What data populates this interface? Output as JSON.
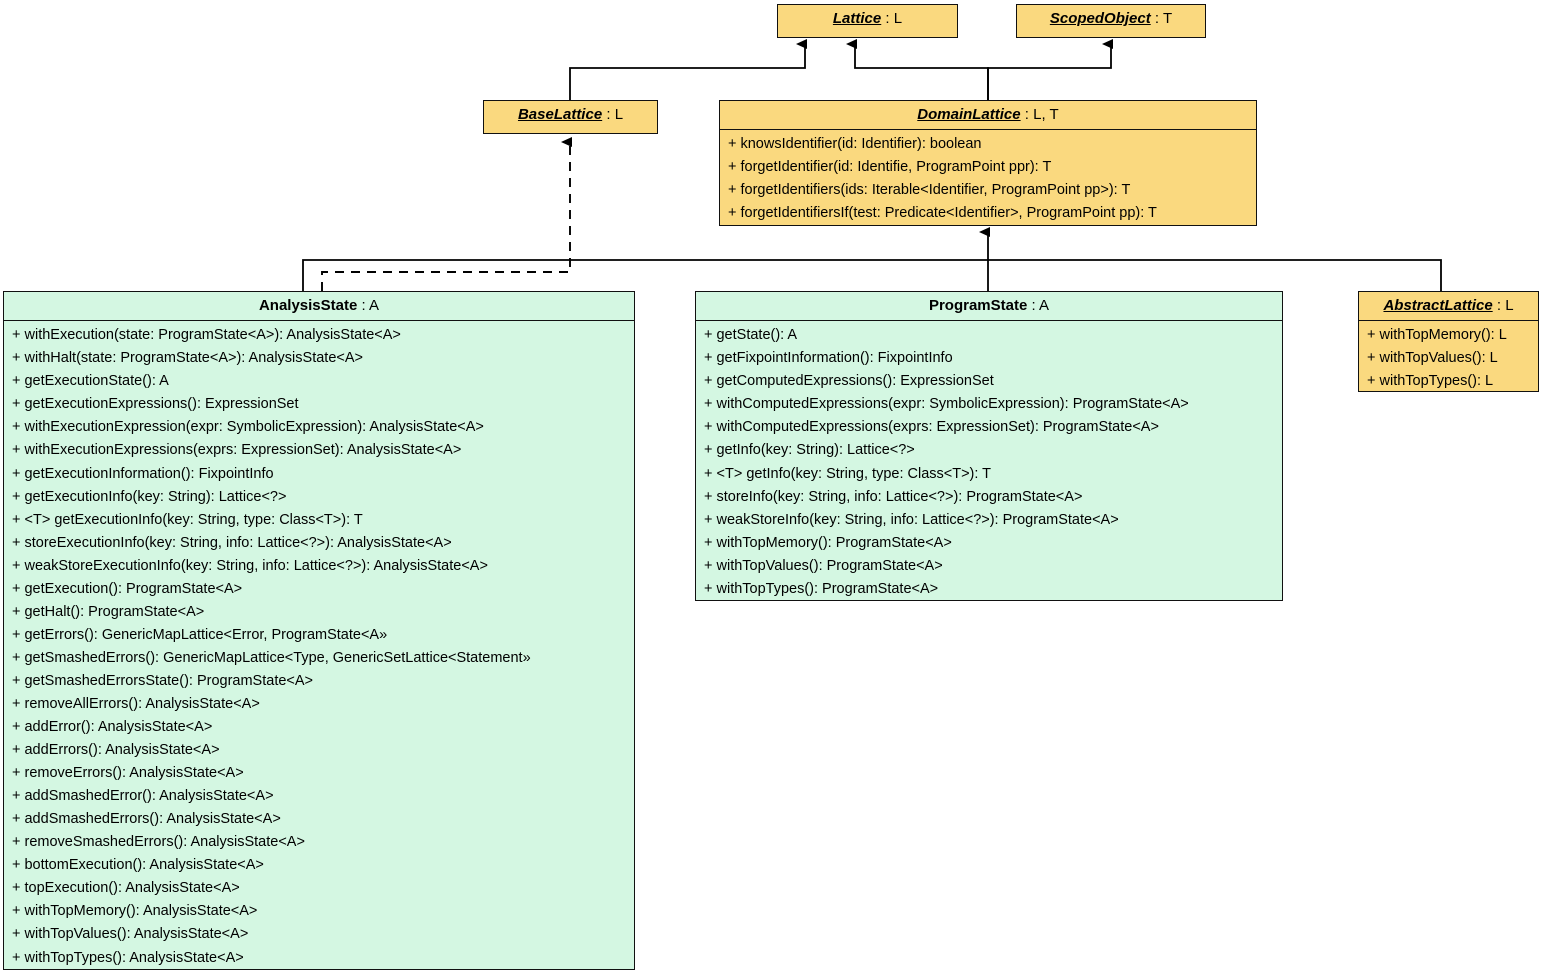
{
  "diagram": {
    "type": "uml-class-diagram",
    "colors": {
      "abstract_fill": "#fad97f",
      "concrete_fill": "#d4f7e2",
      "stroke": "#111111",
      "background": "#ffffff"
    },
    "classes": [
      {
        "id": "lattice",
        "name": "Lattice",
        "separator": " : ",
        "generics": "L",
        "abstract": true,
        "fill": "abstract",
        "methods": []
      },
      {
        "id": "scopedobject",
        "name": "ScopedObject",
        "separator": " : ",
        "generics": "T",
        "abstract": true,
        "fill": "abstract",
        "methods": []
      },
      {
        "id": "baselattice",
        "name": "BaseLattice",
        "separator": " : ",
        "generics": "L",
        "abstract": true,
        "fill": "abstract",
        "methods": []
      },
      {
        "id": "domainlattice",
        "name": "DomainLattice",
        "separator": " : ",
        "generics": "L, T",
        "abstract": true,
        "fill": "abstract",
        "methods": [
          "+ knowsIdentifier(id: Identifier): boolean",
          "+ forgetIdentifier(id: Identifie, ProgramPoint ppr): T",
          "+ forgetIdentifiers(ids: Iterable<Identifier, ProgramPoint pp>): T",
          "+ forgetIdentifiersIf(test: Predicate<Identifier>, ProgramPoint pp): T"
        ]
      },
      {
        "id": "analysisstate",
        "name": "AnalysisState",
        "separator": " : ",
        "generics": "A",
        "abstract": false,
        "fill": "concrete",
        "methods": [
          "+ withExecution(state: ProgramState<A>): AnalysisState<A>",
          "+ withHalt(state: ProgramState<A>): AnalysisState<A>",
          "+ getExecutionState(): A",
          "+ getExecutionExpressions(): ExpressionSet",
          "+ withExecutionExpression(expr: SymbolicExpression): AnalysisState<A>",
          "+ withExecutionExpressions(exprs: ExpressionSet): AnalysisState<A>",
          "+ getExecutionInformation(): FixpointInfo",
          "+ getExecutionInfo(key: String): Lattice<?>",
          "+ <T> getExecutionInfo(key: String, type: Class<T>): T",
          "+ storeExecutionInfo(key: String, info: Lattice<?>): AnalysisState<A>",
          "+ weakStoreExecutionInfo(key: String, info: Lattice<?>): AnalysisState<A>",
          "+ getExecution(): ProgramState<A>",
          "+ getHalt(): ProgramState<A>",
          "+ getErrors(): GenericMapLattice<Error, ProgramState<A»",
          "+ getSmashedErrors(): GenericMapLattice<Type, GenericSetLattice<Statement»",
          "+ getSmashedErrorsState(): ProgramState<A>",
          "+ removeAllErrors(): AnalysisState<A>",
          "+ addError(): AnalysisState<A>",
          "+ addErrors(): AnalysisState<A>",
          "+ removeErrors(): AnalysisState<A>",
          "+ addSmashedError(): AnalysisState<A>",
          "+ addSmashedErrors(): AnalysisState<A>",
          "+ removeSmashedErrors(): AnalysisState<A>",
          "+ bottomExecution(): AnalysisState<A>",
          "+ topExecution(): AnalysisState<A>",
          "+ withTopMemory(): AnalysisState<A>",
          "+ withTopValues(): AnalysisState<A>",
          "+ withTopTypes(): AnalysisState<A>"
        ]
      },
      {
        "id": "programstate",
        "name": "ProgramState",
        "separator": " : ",
        "generics": "A",
        "abstract": false,
        "fill": "concrete",
        "methods": [
          "+ getState(): A",
          "+ getFixpointInformation(): FixpointInfo",
          "+ getComputedExpressions(): ExpressionSet",
          "+ withComputedExpressions(expr: SymbolicExpression): ProgramState<A>",
          "+ withComputedExpressions(exprs: ExpressionSet): ProgramState<A>",
          "+ getInfo(key: String): Lattice<?>",
          "+ <T> getInfo(key: String, type: Class<T>): T",
          "+ storeInfo(key: String, info: Lattice<?>): ProgramState<A>",
          "+ weakStoreInfo(key: String, info: Lattice<?>): ProgramState<A>",
          "+ withTopMemory(): ProgramState<A>",
          "+ withTopValues(): ProgramState<A>",
          "+ withTopTypes(): ProgramState<A>"
        ]
      },
      {
        "id": "abstractlattice",
        "name": "AbstractLattice",
        "separator": " : ",
        "generics": "L",
        "abstract": true,
        "fill": "abstract",
        "methods": [
          "+ withTopMemory(): L",
          "+ withTopValues(): L",
          "+ withTopTypes(): L"
        ]
      }
    ],
    "relations": [
      {
        "id": "r1",
        "from": "baselattice",
        "to": "lattice",
        "style": "solid",
        "arrow": "generalization"
      },
      {
        "id": "r2",
        "from": "domainlattice",
        "to": "lattice",
        "style": "solid",
        "arrow": "generalization"
      },
      {
        "id": "r3",
        "from": "domainlattice",
        "to": "scopedobject",
        "style": "solid",
        "arrow": "generalization"
      },
      {
        "id": "r4",
        "from": "programstate",
        "to": "domainlattice",
        "style": "solid",
        "arrow": "generalization"
      },
      {
        "id": "r5",
        "from": "analysisstate",
        "to": "baselattice",
        "style": "dashed",
        "arrow": "realization"
      },
      {
        "id": "r6",
        "from": "analysisstate",
        "to": "abstractlattice",
        "style": "solid",
        "arrow": "none"
      }
    ]
  }
}
